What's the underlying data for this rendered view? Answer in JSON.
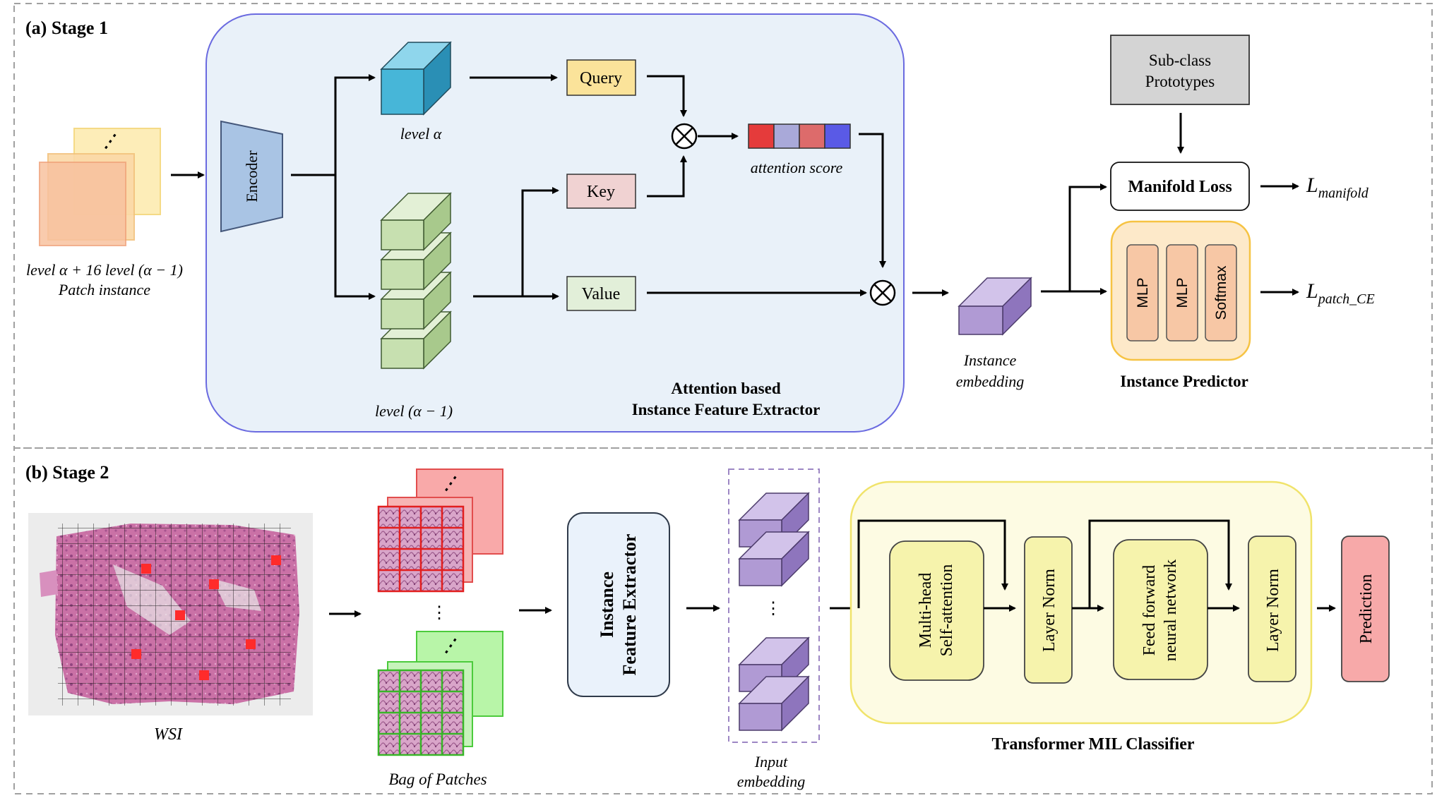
{
  "stage1": {
    "title": "(a) Stage 1",
    "patch_label_line1": "level α + 16 level (α − 1)",
    "patch_label_line2": "Patch instance",
    "encoder": "Encoder",
    "level_alpha": "level α",
    "level_alpha_minus_1": "level (α − 1)",
    "query": "Query",
    "key": "Key",
    "value": "Value",
    "attention_score": "attention score",
    "extractor_line1": "Attention based",
    "extractor_line2": "Instance Feature Extractor",
    "instance_embedding_line1": "Instance",
    "instance_embedding_line2": "embedding",
    "subclass_line1": "Sub-class",
    "subclass_line2": "Prototypes",
    "manifold_loss": "Manifold Loss",
    "loss_manifold_main": "L",
    "loss_manifold_sub": "manifold",
    "loss_patch_main": "L",
    "loss_patch_sub": "patch_CE",
    "mlp1": "MLP",
    "mlp2": "MLP",
    "softmax": "Softmax",
    "instance_predictor": "Instance Predictor"
  },
  "stage2": {
    "title": "(b) Stage 2",
    "wsi": "WSI",
    "bag_of_patches": "Bag of Patches",
    "extractor_line1": "Instance",
    "extractor_line2": "Feature Extractor",
    "input_embedding_line1": "Input",
    "input_embedding_line2": "embedding",
    "mhsa_line1": "Multi-head",
    "mhsa_line2": "Self-attention",
    "layer_norm_1": "Layer Norm",
    "ffn_line1": "Feed forward",
    "ffn_line2": "neural network",
    "layer_norm_2": "Layer Norm",
    "prediction": "Prediction",
    "classifier": "Transformer MIL Classifier",
    "ellipsis": "⋮"
  },
  "colors": {
    "extractor_bg": "#e9f1f9",
    "extractor_border": "#6a6ae0",
    "query": "#fbe39a",
    "key": "#f0d2d2",
    "value": "#e2efd9",
    "encoder": "#a9c4e4",
    "level_alpha_cube": "#47b6d8",
    "level_minus_cube": "#c7e0b0",
    "embedding_cube": "#b09ad4",
    "predictor_bg": "#fde9c9",
    "mlp_fill": "#f7c7a5",
    "subclass_fill": "#d4d4d4",
    "transformer_bg": "#fdfbe3",
    "transformer_block": "#f6f3ac",
    "prediction": "#f7a9a9",
    "stage2_extractor_bg": "#eaf2fb",
    "attention_bar": [
      "#e53b3b",
      "#a9a9d9",
      "#dd6b6b",
      "#5a5ae6"
    ]
  }
}
